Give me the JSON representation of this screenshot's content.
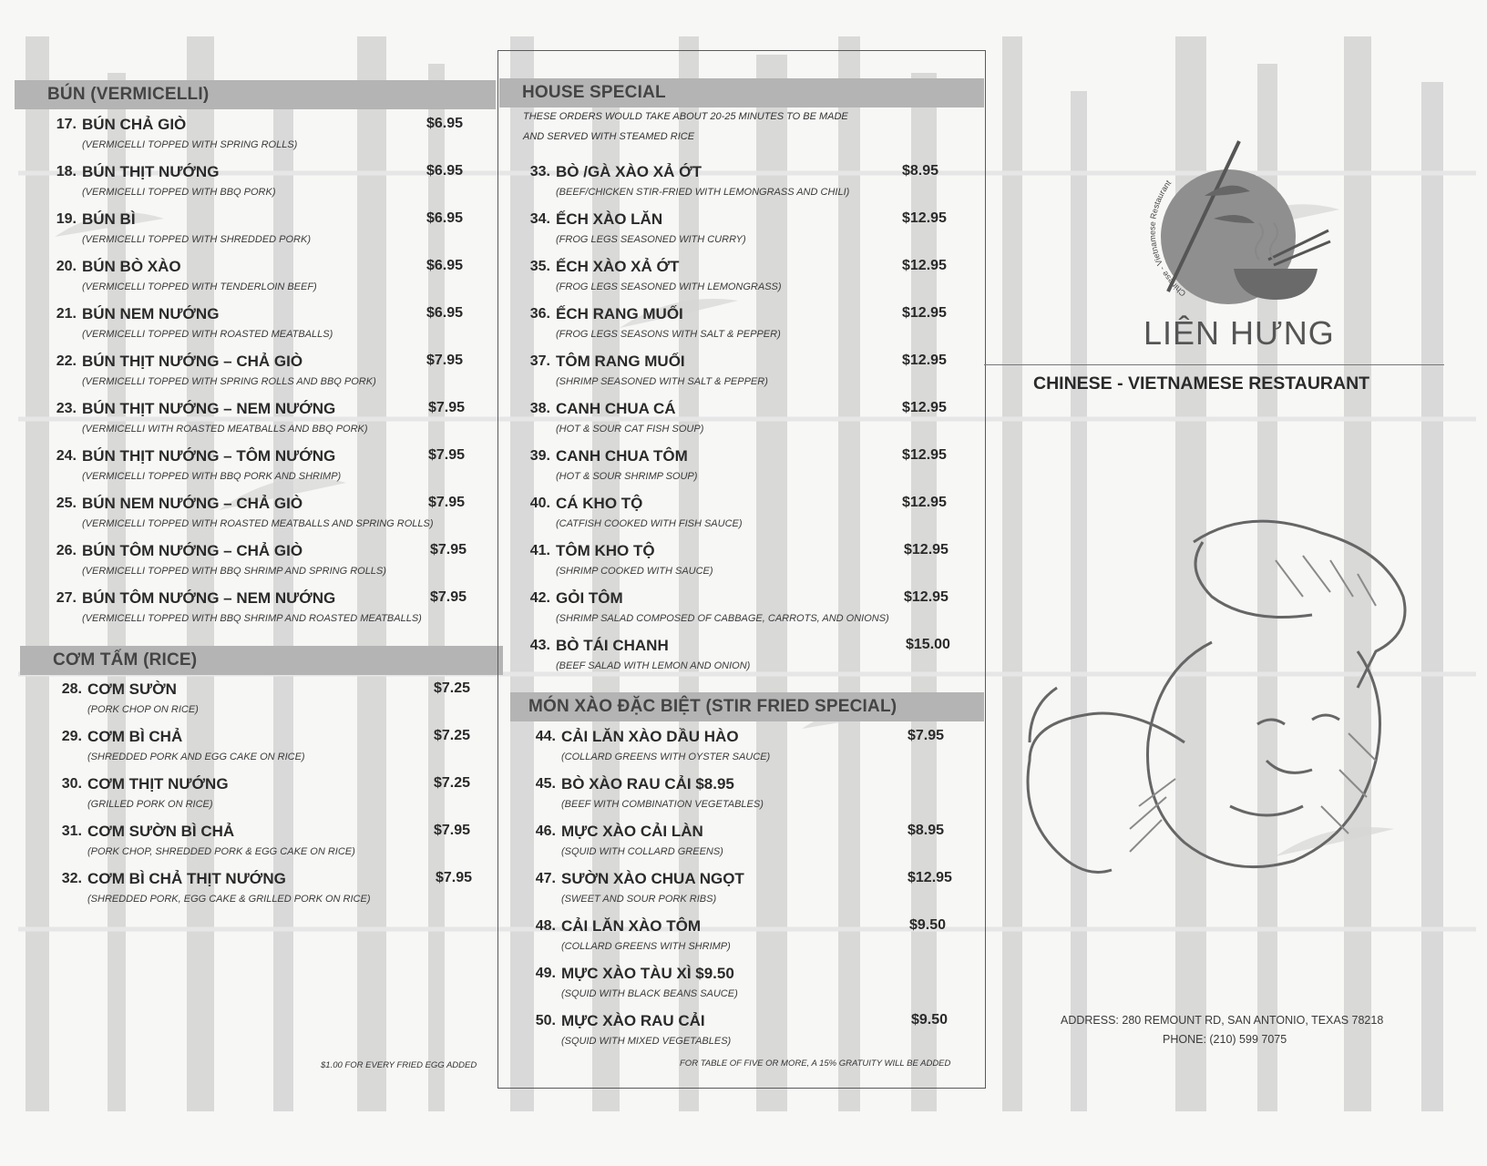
{
  "restaurant": {
    "logo_ring_text": "Chinese - Vietnamese Restaurant",
    "name": "LIÊN HƯNG",
    "tagline": "CHINESE - VIETNAMESE RESTAURANT",
    "address": "ADDRESS: 280 REMOUNT RD, SAN ANTONIO, TEXAS 78218",
    "phone": "PHONE: (210) 599 7075"
  },
  "sections": {
    "bun": {
      "title": "BÚN (VERMICELLI)",
      "items": [
        {
          "num": "17.",
          "name": "BÚN CHẢ GIÒ",
          "desc": "(VERMICELLI TOPPED WITH SPRING ROLLS)",
          "price": "$6.95"
        },
        {
          "num": "18.",
          "name": "BÚN THỊT NƯỚNG",
          "desc": "(VERMICELLI TOPPED WITH BBQ PORK)",
          "price": "$6.95"
        },
        {
          "num": "19.",
          "name": "BÚN BÌ",
          "desc": "(VERMICELLI TOPPED WITH SHREDDED PORK)",
          "price": "$6.95"
        },
        {
          "num": "20.",
          "name": "BÚN BÒ XÀO",
          "desc": "(VERMICELLI TOPPED WITH TENDERLOIN BEEF)",
          "price": "$6.95"
        },
        {
          "num": "21.",
          "name": "BÚN NEM NƯỚNG",
          "desc": "(VERMICELLI TOPPED WITH ROASTED MEATBALLS)",
          "price": "$6.95"
        },
        {
          "num": "22.",
          "name": "BÚN THỊT NƯỚNG – CHẢ GIÒ",
          "desc": "(VERMICELLI TOPPED WITH SPRING ROLLS AND BBQ PORK)",
          "price": "$7.95"
        },
        {
          "num": "23.",
          "name": "BÚN THỊT NƯỚNG – NEM NƯỚNG",
          "desc": "(VERMICELLI WITH ROASTED MEATBALLS AND BBQ PORK)",
          "price": "$7.95"
        },
        {
          "num": "24.",
          "name": "BÚN THỊT NƯỚNG – TÔM NƯỚNG",
          "desc": "(VERMICELLI TOPPED WITH BBQ PORK AND SHRIMP)",
          "price": "$7.95"
        },
        {
          "num": "25.",
          "name": "BÚN NEM NƯỚNG – CHẢ GIÒ",
          "desc": "(VERMICELLI TOPPED WITH ROASTED MEATBALLS AND SPRING ROLLS)",
          "price": "$7.95"
        },
        {
          "num": "26.",
          "name": "BÚN TÔM NƯỚNG – CHẢ GIÒ",
          "desc": "(VERMICELLI TOPPED WITH BBQ SHRIMP AND SPRING ROLLS)",
          "price": "$7.95"
        },
        {
          "num": "27.",
          "name": "BÚN TÔM NƯỚNG – NEM NƯỚNG",
          "desc": "(VERMICELLI TOPPED WITH BBQ SHRIMP AND ROASTED MEATBALLS)",
          "price": "$7.95"
        }
      ]
    },
    "com_tam": {
      "title": "CƠM TẤM (RICE)",
      "items": [
        {
          "num": "28.",
          "name": "CƠM SƯỜN",
          "desc": "(PORK CHOP ON RICE)",
          "price": "$7.25"
        },
        {
          "num": "29.",
          "name": "CƠM BÌ CHẢ",
          "desc": "(SHREDDED PORK AND EGG CAKE ON RICE)",
          "price": "$7.25"
        },
        {
          "num": "30.",
          "name": "CƠM THỊT NƯỚNG",
          "desc": "(GRILLED PORK ON RICE)",
          "price": "$7.25"
        },
        {
          "num": "31.",
          "name": "CƠM SƯỜN BÌ CHẢ",
          "desc": "(PORK CHOP, SHREDDED PORK & EGG CAKE ON RICE)",
          "price": "$7.95"
        },
        {
          "num": "32.",
          "name": "CƠM BÌ CHẢ THỊT NƯỚNG",
          "desc": "(SHREDDED PORK, EGG CAKE & GRILLED PORK ON RICE)",
          "price": "$7.95"
        }
      ],
      "footnote": "$1.00 FOR EVERY FRIED EGG ADDED"
    },
    "house_special": {
      "title": "HOUSE SPECIAL",
      "intro_line1": "THESE ORDERS WOULD TAKE ABOUT 20-25 MINUTES TO BE MADE",
      "intro_line2": "AND SERVED WITH STEAMED RICE",
      "items": [
        {
          "num": "33.",
          "name": "BÒ /GÀ XÀO XẢ ỚT",
          "desc": "(BEEF/CHICKEN STIR-FRIED WITH LEMONGRASS AND CHILI)",
          "price": "$8.95"
        },
        {
          "num": "34.",
          "name": "ẾCH XÀO LĂN",
          "desc": "(FROG LEGS SEASONED WITH CURRY)",
          "price": "$12.95"
        },
        {
          "num": "35.",
          "name": "ẾCH XÀO XẢ ỚT",
          "desc": "(FROG LEGS SEASONED WITH LEMONGRASS)",
          "price": "$12.95"
        },
        {
          "num": "36.",
          "name": "ẾCH RANG MUỐI",
          "desc": "(FROG LEGS SEASONS WITH SALT & PEPPER)",
          "price": "$12.95"
        },
        {
          "num": "37.",
          "name": "TÔM RANG MUỐI",
          "desc": "(SHRIMP SEASONED WITH SALT & PEPPER)",
          "price": "$12.95"
        },
        {
          "num": "38.",
          "name": "CANH CHUA CÁ",
          "desc": "(HOT & SOUR CAT FISH SOUP)",
          "price": "$12.95"
        },
        {
          "num": "39.",
          "name": "CANH CHUA TÔM",
          "desc": "(HOT & SOUR SHRIMP SOUP)",
          "price": "$12.95"
        },
        {
          "num": "40.",
          "name": "CÁ KHO TỘ",
          "desc": "(CATFISH COOKED WITH FISH SAUCE)",
          "price": "$12.95"
        },
        {
          "num": "41.",
          "name": "TÔM KHO TỘ",
          "desc": "(SHRIMP COOKED WITH SAUCE)",
          "price": "$12.95"
        },
        {
          "num": "42.",
          "name": "GỎI TÔM",
          "desc": "(SHRIMP SALAD COMPOSED OF CABBAGE, CARROTS, AND ONIONS)",
          "price": "$12.95"
        },
        {
          "num": "43.",
          "name": "BÒ TÁI CHANH",
          "desc": "(BEEF SALAD WITH LEMON AND ONION)",
          "price": "$15.00"
        }
      ]
    },
    "stir_fried": {
      "title": "MÓN XÀO ĐẶC BIỆT (STIR FRIED SPECIAL)",
      "items": [
        {
          "num": "44.",
          "name": "CẢI LĂN XÀO DẦU HÀO",
          "desc": "(COLLARD GREENS WITH OYSTER SAUCE)",
          "price": "$7.95"
        },
        {
          "num": "45.",
          "name": "BÒ XÀO RAU CẢI $8.95",
          "desc": "(BEEF WITH COMBINATION VEGETABLES)",
          "price": ""
        },
        {
          "num": "46.",
          "name": "MỰC XÀO CẢI LÀN",
          "desc": "(SQUID WITH COLLARD GREENS)",
          "price": "$8.95"
        },
        {
          "num": "47.",
          "name": "SƯỜN XÀO CHUA NGỌT",
          "desc": "(SWEET AND SOUR PORK RIBS)",
          "price": "$12.95"
        },
        {
          "num": "48.",
          "name": "CẢI LĂN XÀO TÔM",
          "desc": "(COLLARD GREENS WITH SHRIMP)",
          "price": "$9.50"
        },
        {
          "num": "49.",
          "name": "MỰC XÀO TÀU XÌ $9.50",
          "desc": "(SQUID WITH BLACK BEANS SAUCE)",
          "price": ""
        },
        {
          "num": "50.",
          "name": "MỰC XÀO RAU CẢI",
          "desc": "(SQUID WITH MIXED VEGETABLES)",
          "price": "$9.50"
        }
      ],
      "footnote": "FOR  TABLE OF FIVE OR MORE, A 15% GRATUITY WILL BE ADDED"
    }
  }
}
